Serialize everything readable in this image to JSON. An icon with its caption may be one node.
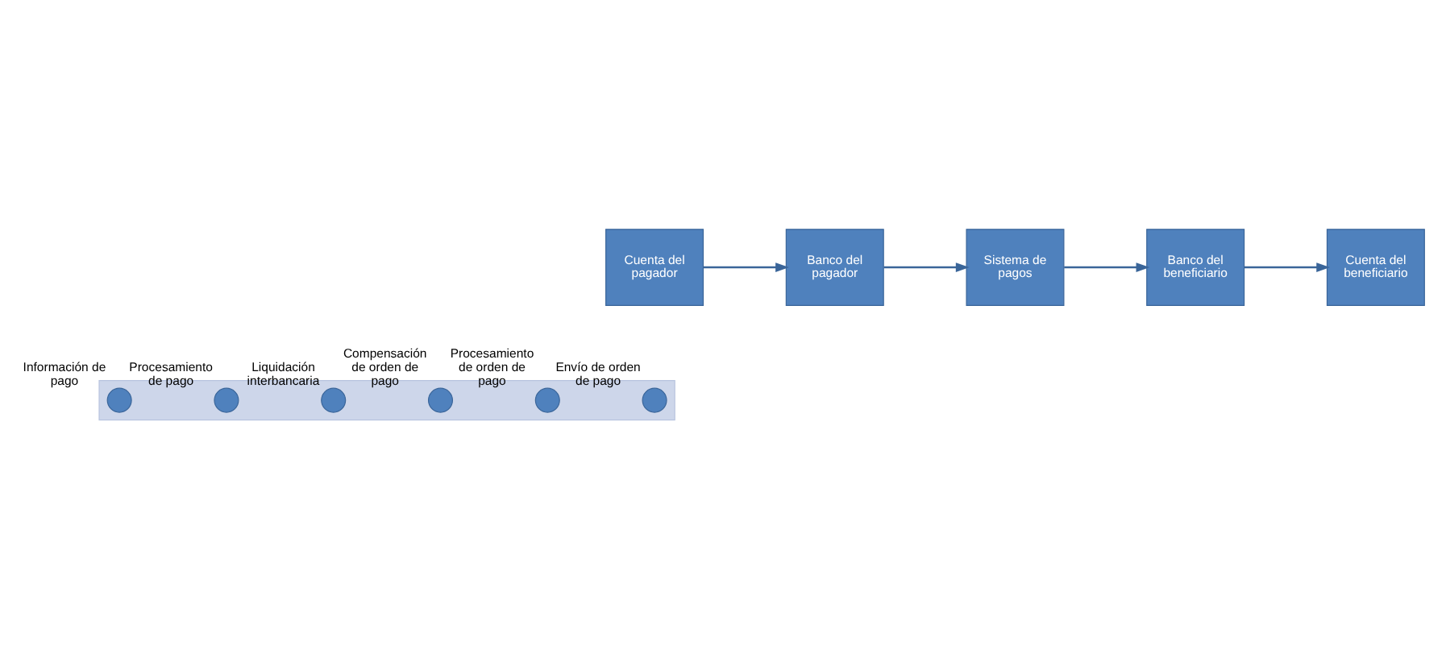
{
  "diagram": {
    "nodes": [
      {
        "text": [
          "Cuenta del pagador"
        ]
      },
      {
        "text": [
          "Banco del pagador"
        ]
      },
      {
        "text": [
          "Sistema de pagos"
        ]
      },
      {
        "text": [
          "Banco del beneficiario"
        ]
      },
      {
        "text": [
          "Cuenta del beneficiario"
        ]
      },
      {
        "text": [],
        "shape": "arrow"
      },
      {
        "text": [],
        "shape": "circle",
        "in": 5,
        "beside": [
          "Envío de orden de pago"
        ]
      },
      {
        "text": [],
        "shape": "circle",
        "in": 5,
        "beside": [
          "Procesamiento de orden de pago"
        ]
      },
      {
        "text": [],
        "shape": "circle",
        "in": 5,
        "beside": [
          "Compensación de orden de pago"
        ]
      },
      {
        "text": [],
        "shape": "circle",
        "in": 5,
        "beside": [
          "Liquidación interbancaria"
        ]
      },
      {
        "text": [],
        "shape": "circle",
        "in": 5,
        "beside": [
          "Procesamiento de pago"
        ]
      },
      {
        "text": [],
        "shape": "circle",
        "in": 5,
        "beside": [
          "Información de pago"
        ]
      }
    ],
    "edges": [
      {
        "from": 0,
        "to": 1,
        "arrow": "to"
      },
      {
        "from": 1,
        "to": 2,
        "arrow": "to"
      },
      {
        "from": 2,
        "to": 3,
        "arrow": "to"
      },
      {
        "from": 3,
        "to": 4,
        "arrow": "to"
      }
    ]
  }
}
